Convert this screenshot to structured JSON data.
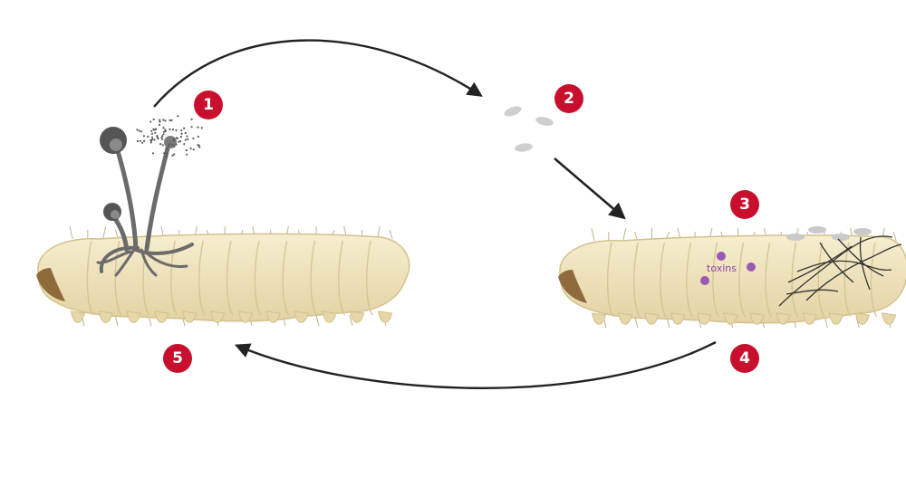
{
  "steps": [
    {
      "number": "1",
      "stage": "sporulation"
    },
    {
      "number": "2",
      "stage": "spore dispersal"
    },
    {
      "number": "3",
      "stage": "spore germination on larva"
    },
    {
      "number": "4",
      "stage": "toxin production and hyphal invasion"
    },
    {
      "number": "5",
      "stage": "larva death and fungal emergence"
    }
  ],
  "labels": {
    "toxins": "toxins"
  },
  "colors": {
    "badge": "#c8102e",
    "larva_body": "#efe4c0",
    "larva_outline": "#d8c898",
    "larva_head": "#9b7a4a",
    "fungus": "#666666",
    "spores": "#cfcfcf",
    "toxins": "#9b59b6",
    "arrows": "#222222"
  }
}
